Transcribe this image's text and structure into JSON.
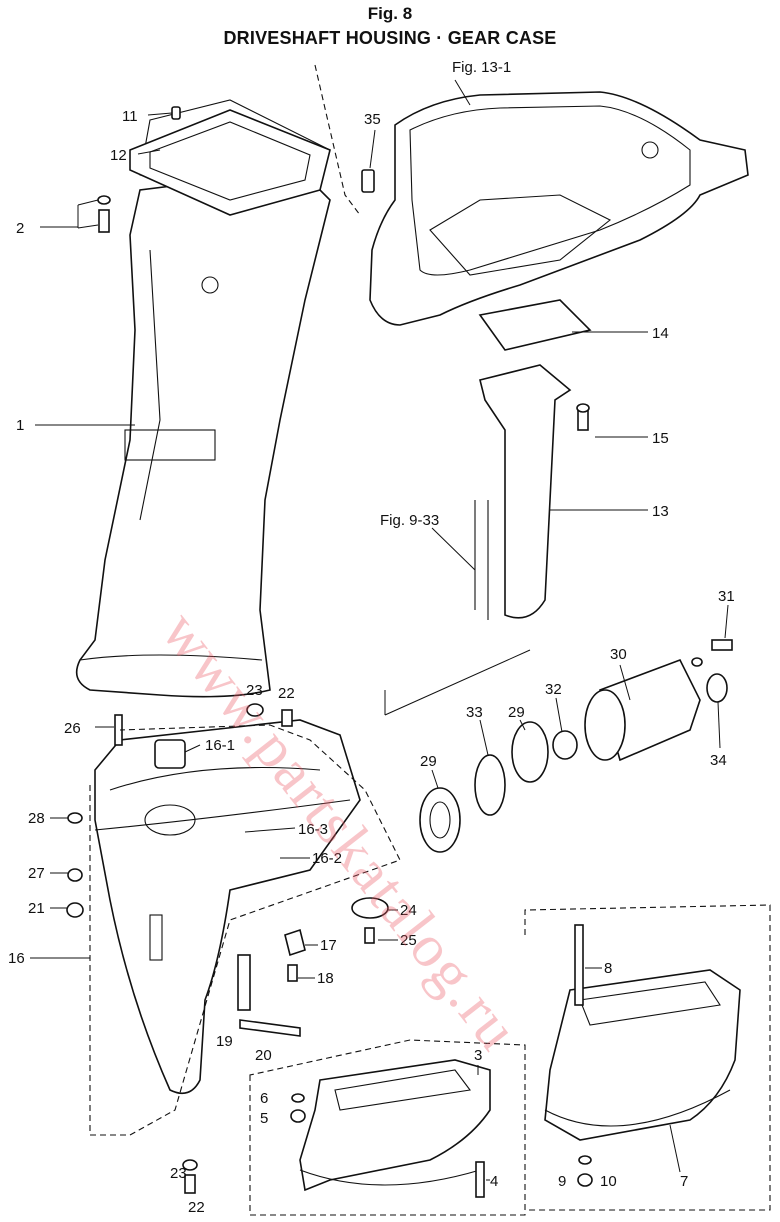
{
  "header": {
    "fig": "Fig. 8",
    "title": "DRIVESHAFT HOUSING · GEAR CASE"
  },
  "watermark": "www.partskatalog.ru",
  "references": {
    "fig13": "Fig. 13-1",
    "fig9": "Fig. 9-33"
  },
  "callouts": {
    "p1": "1",
    "p2": "2",
    "p3": "3",
    "p4": "4",
    "p5": "5",
    "p6": "6",
    "p7": "7",
    "p8": "8",
    "p9": "9",
    "p10": "10",
    "p11": "11",
    "p12": "12",
    "p13": "13",
    "p14": "14",
    "p15": "15",
    "p16": "16",
    "p16_1": "16-1",
    "p16_2": "16-2",
    "p16_3": "16-3",
    "p17": "17",
    "p18": "18",
    "p19": "19",
    "p20": "20",
    "p21": "21",
    "p22": "22",
    "p23": "23",
    "p24": "24",
    "p25": "25",
    "p26": "26",
    "p27": "27",
    "p28": "28",
    "p29": "29",
    "p30": "30",
    "p31": "31",
    "p32": "32",
    "p33": "33",
    "p34": "34",
    "p35": "35"
  }
}
